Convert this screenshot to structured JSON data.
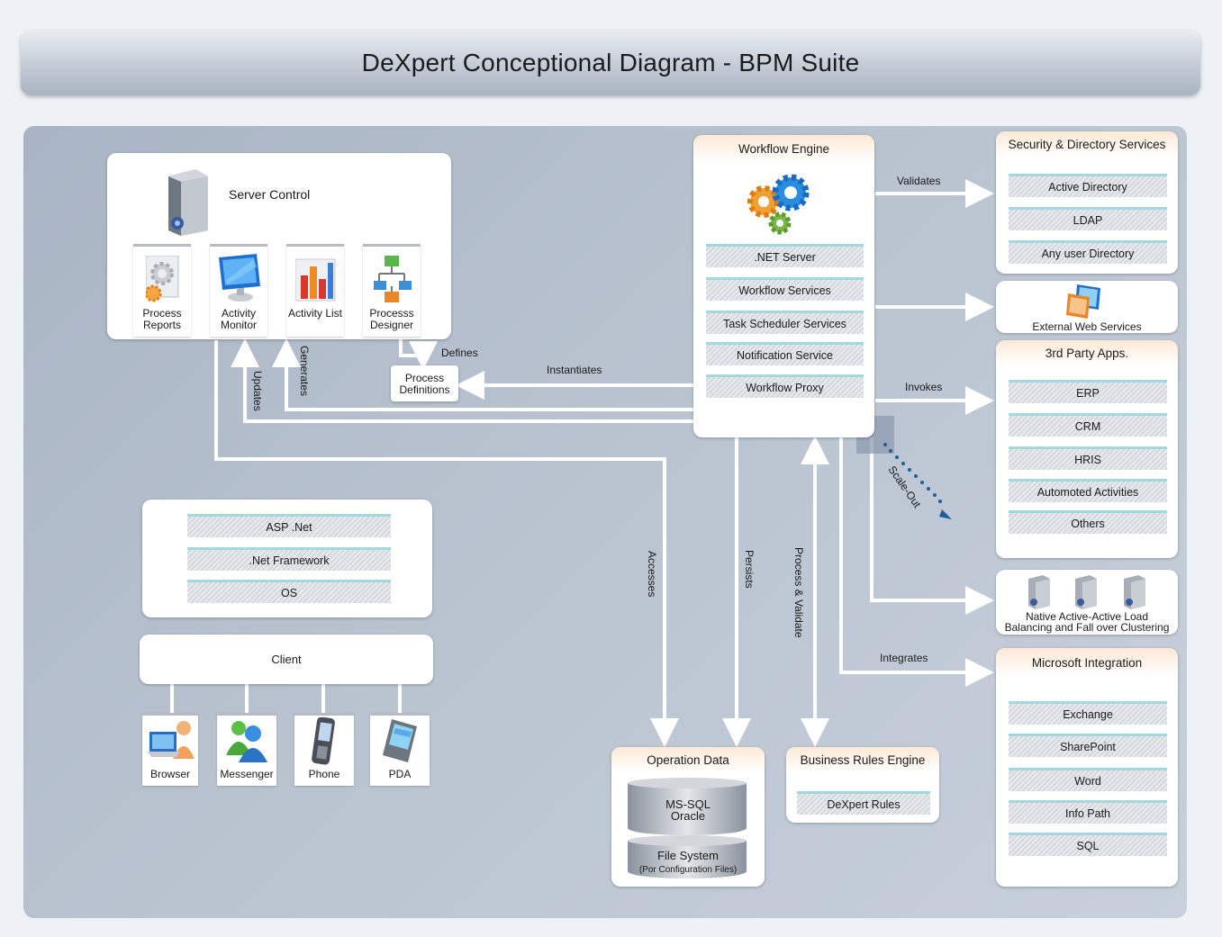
{
  "title": "DeXpert Conceptional Diagram - BPM Suite",
  "server_control": {
    "title": "Server Control",
    "tools": [
      {
        "line1": "Process",
        "line2": "Reports"
      },
      {
        "line1": "Activity",
        "line2": "Monitor"
      },
      {
        "line1": "Activity List",
        "line2": ""
      },
      {
        "line1": "Processs",
        "line2": "Designer"
      }
    ]
  },
  "process_definitions": {
    "line1": "Process",
    "line2": "Definitions"
  },
  "platform_stack": [
    "ASP .Net",
    ".Net Framework",
    "OS"
  ],
  "client": {
    "title": "Client",
    "devices": [
      "Browser",
      "Messenger",
      "Phone",
      "PDA"
    ]
  },
  "workflow_engine": {
    "title": "Workflow Engine",
    "components": [
      ".NET Server",
      "Workflow Services",
      "Task Scheduler Services",
      "Notification Service",
      "Workflow Proxy"
    ]
  },
  "security": {
    "title": "Security & Directory Services",
    "items": [
      "Active Directory",
      "LDAP",
      "Any user Directory"
    ]
  },
  "external_web_services": "External Web Services",
  "third_party": {
    "title": "3rd Party Apps.",
    "items": [
      "ERP",
      "CRM",
      "HRIS",
      "Automoted Activities",
      "Others"
    ]
  },
  "clustering": {
    "line1": "Native Active-Active Load",
    "line2": "Balancing and Fall over Clustering"
  },
  "microsoft": {
    "title": "Microsoft Integration",
    "items": [
      "Exchange",
      "SharePoint",
      "Word",
      "Info Path",
      "SQL"
    ]
  },
  "operation_data": {
    "title": "Operation Data",
    "db_line1": "MS-SQL",
    "db_line2": "Oracle",
    "fs_line1": "File System",
    "fs_line2": "(Por Configuration Files)"
  },
  "business_rules": {
    "title": "Business Rules Engine",
    "item": "DeXpert Rules"
  },
  "connectors": {
    "validates": "Validates",
    "invokes": "Invokes",
    "integrates": "Integrates",
    "instantiates": "Instantiates",
    "defines": "Defines",
    "updates": "Updates",
    "generates": "Generates",
    "accesses": "Accesses",
    "persists": "Persists",
    "process_validate": "Process & Validate",
    "scale_out": "Scale-Out"
  },
  "colors": {
    "panel_header": "#fde9d6",
    "bar_accent": "#a3d8dc",
    "canvas": "#b9c3d0",
    "arrow": "#ffffff",
    "scale_out": "#1f5f99"
  },
  "icons": [
    "server-icon",
    "gear-report-icon",
    "monitor-icon",
    "bar-chart-icon",
    "flow-designer-icon",
    "gears-icon",
    "web-services-icon",
    "cluster-server-icon",
    "browser-user-icon",
    "messenger-icon",
    "phone-icon",
    "pda-icon"
  ]
}
